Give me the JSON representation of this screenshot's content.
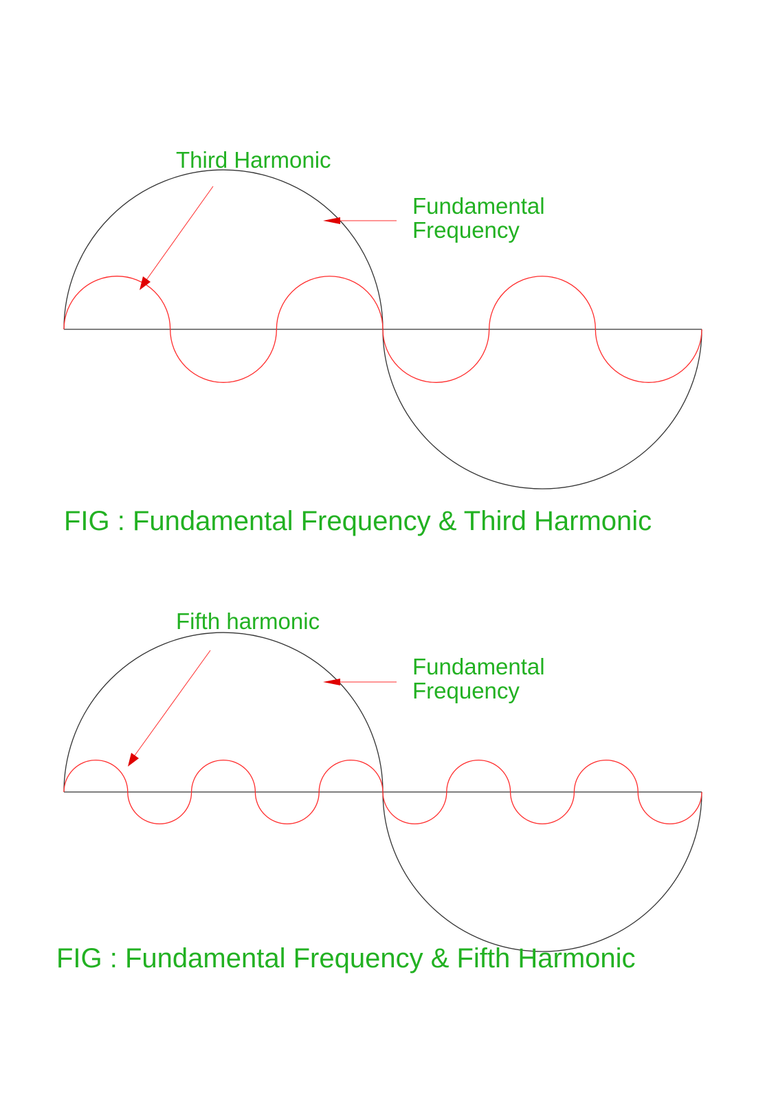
{
  "colors": {
    "label_green": "#22b122",
    "harmonic_red": "#ff2b2b",
    "fundamental_black": "#333333",
    "arrow_red": "#e00000"
  },
  "figures": [
    {
      "harmonic_label": "Third Harmonic",
      "fundamental_label_line1": "Fundamental",
      "fundamental_label_line2": "Frequency",
      "caption": "FIG : Fundamental Frequency & Third Harmonic",
      "harmonic_order": 3
    },
    {
      "harmonic_label": "Fifth harmonic",
      "fundamental_label_line1": "Fundamental",
      "fundamental_label_line2": "Frequency",
      "caption": "FIG : Fundamental Frequency & Fifth Harmonic",
      "harmonic_order": 5
    }
  ]
}
